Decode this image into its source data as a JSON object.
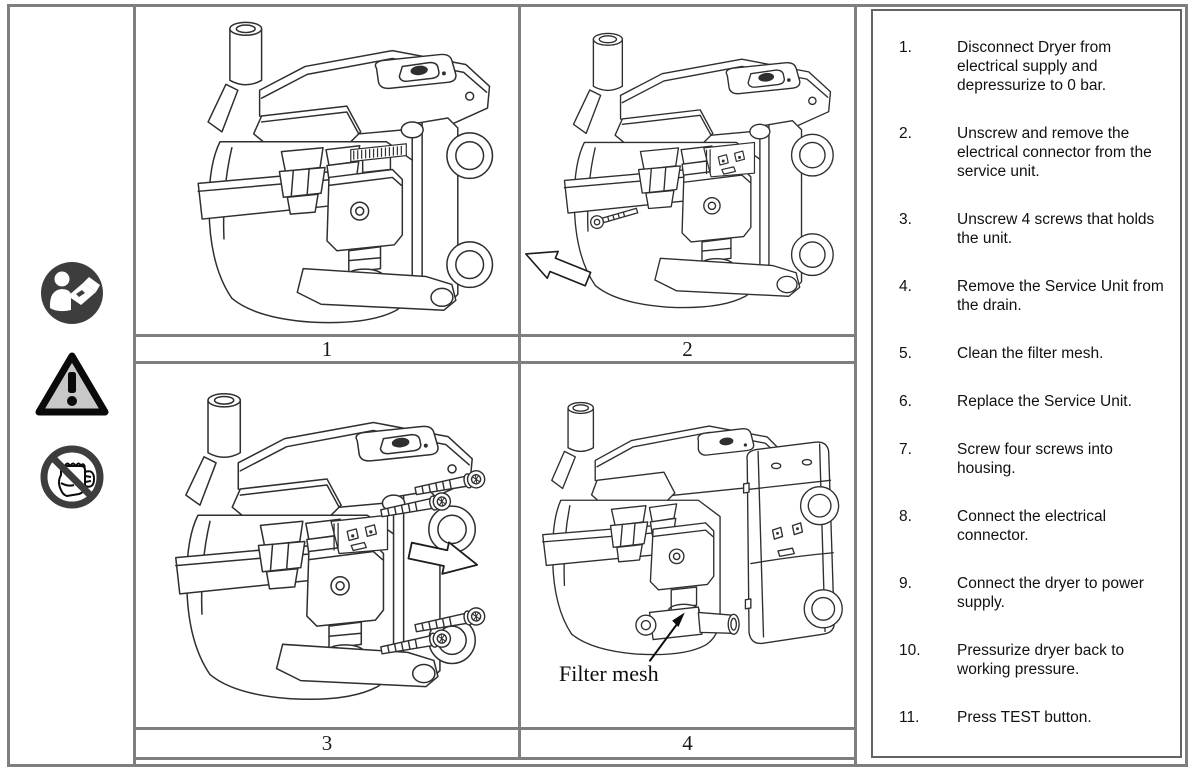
{
  "colors": {
    "grid_border": "#7f7f7f",
    "instruction_border": "#636363",
    "line_art": "#2f2f2f",
    "icon_dark": "#3d3d3d",
    "warning_fill": "#c8c8c8"
  },
  "safety_icons": [
    {
      "name": "read-manual-icon"
    },
    {
      "name": "warning-icon"
    },
    {
      "name": "no-hand-operate-icon"
    }
  ],
  "figures": {
    "captions": [
      "1",
      "2",
      "3",
      "4"
    ],
    "filter_mesh_label": "Filter mesh"
  },
  "instructions": {
    "items": [
      {
        "num": "1.",
        "text": "Disconnect Dryer from electrical supply and depressurize to 0 bar."
      },
      {
        "num": "2.",
        "text": "Unscrew and remove the electrical connector from the service unit."
      },
      {
        "num": "3.",
        "text": "Unscrew 4 screws that holds the unit."
      },
      {
        "num": "4.",
        "text": "Remove the Service Unit from the drain."
      },
      {
        "num": "5.",
        "text": "Clean the filter mesh."
      },
      {
        "num": "6.",
        "text": "Replace the Service Unit."
      },
      {
        "num": "7.",
        "text": "Screw four screws into housing."
      },
      {
        "num": "8.",
        "text": "Connect the electrical connector."
      },
      {
        "num": "9.",
        "text": "Connect the dryer  to power supply."
      },
      {
        "num": "10.",
        "text": "Pressurize dryer back to working pressure."
      },
      {
        "num": "11.",
        "text": "Press TEST button."
      }
    ]
  }
}
